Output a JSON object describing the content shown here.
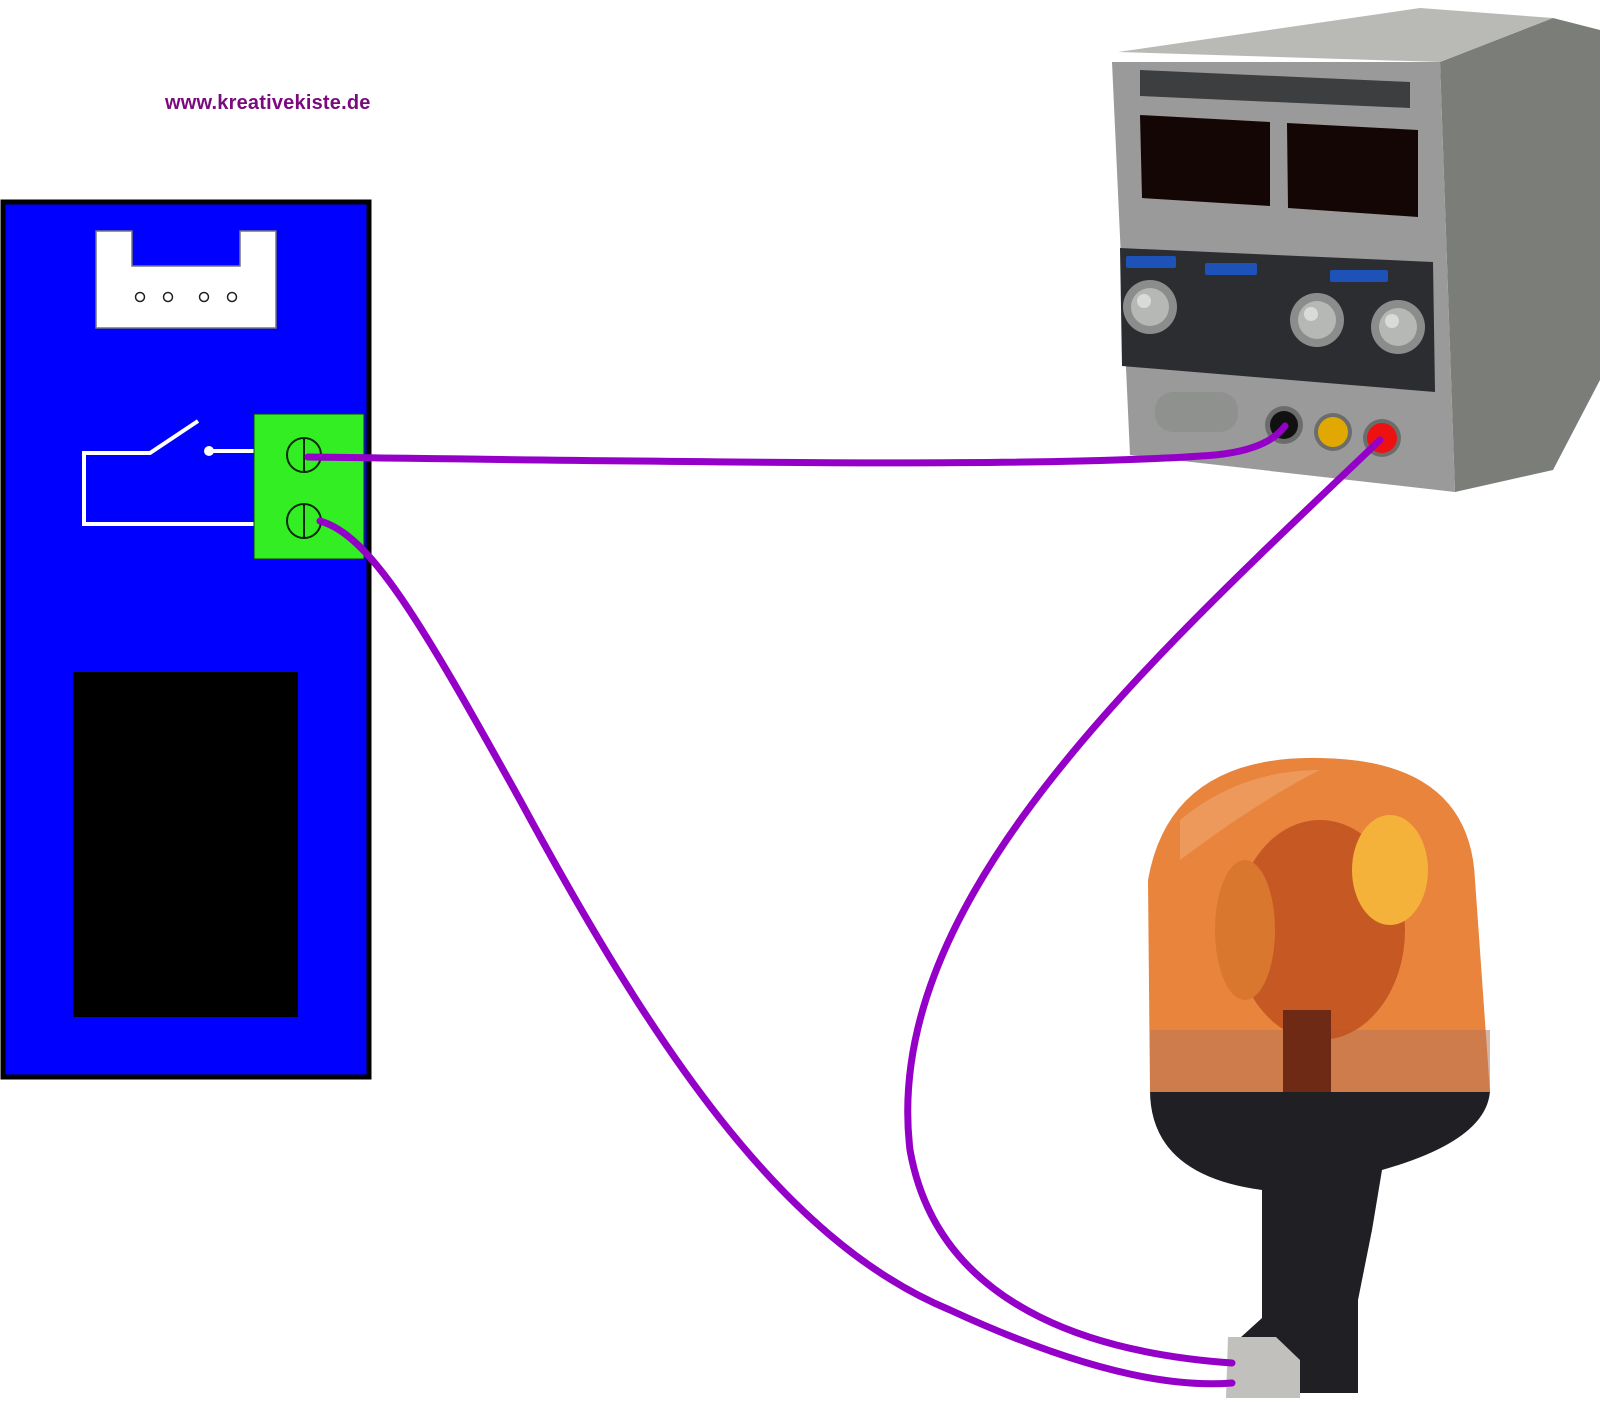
{
  "header": {
    "site_url": "www.kreativekiste.de"
  },
  "colors": {
    "url_text": "#7a0a7e",
    "wire": "#9400c8",
    "relay_board": "#0000ff",
    "terminal_block": "#33ee22",
    "board_chip": "#000000",
    "psu_body": "#9a9a9a",
    "psu_display": "#150606",
    "jack_black": "#111111",
    "jack_yellow": "#e0a800",
    "jack_red": "#ee1111",
    "beacon_dome": "#e8843c",
    "beacon_base": "#1f1f24"
  },
  "components": {
    "relay_module": {
      "icon": "relay-board-icon",
      "header_pins": 4,
      "terminals": 2
    },
    "power_supply": {
      "icon": "lab-power-supply-icon",
      "knobs": 3,
      "jacks": [
        "black",
        "yellow",
        "red"
      ]
    },
    "beacon": {
      "icon": "rotating-warning-beacon-icon"
    }
  },
  "connections": [
    {
      "from": "relay-terminal-1",
      "to": "psu-black-jack"
    },
    {
      "from": "relay-terminal-2",
      "to": "beacon-connector"
    },
    {
      "from": "psu-red-jack",
      "to": "beacon-connector"
    }
  ]
}
